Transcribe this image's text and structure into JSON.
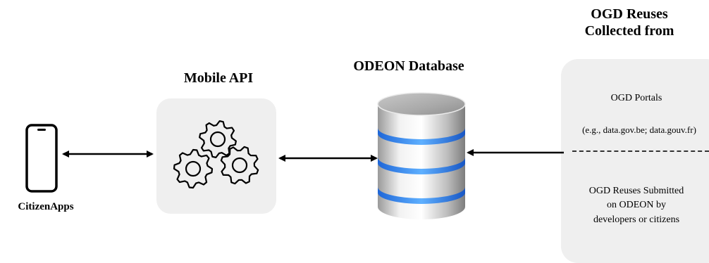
{
  "citizen": {
    "label": "CitizenApps"
  },
  "api": {
    "title": "Mobile API"
  },
  "database": {
    "title": "ODEON Database"
  },
  "reuses": {
    "title_line1": "OGD Reuses",
    "title_line2": "Collected from",
    "portals": "OGD Portals",
    "portals_examples": "(e.g., data.gov.be; data.gouv.fr)",
    "submitted_line1": "OGD Reuses Submitted",
    "submitted_line2": "on ODEON by",
    "submitted_line3": "developers or citizens"
  }
}
